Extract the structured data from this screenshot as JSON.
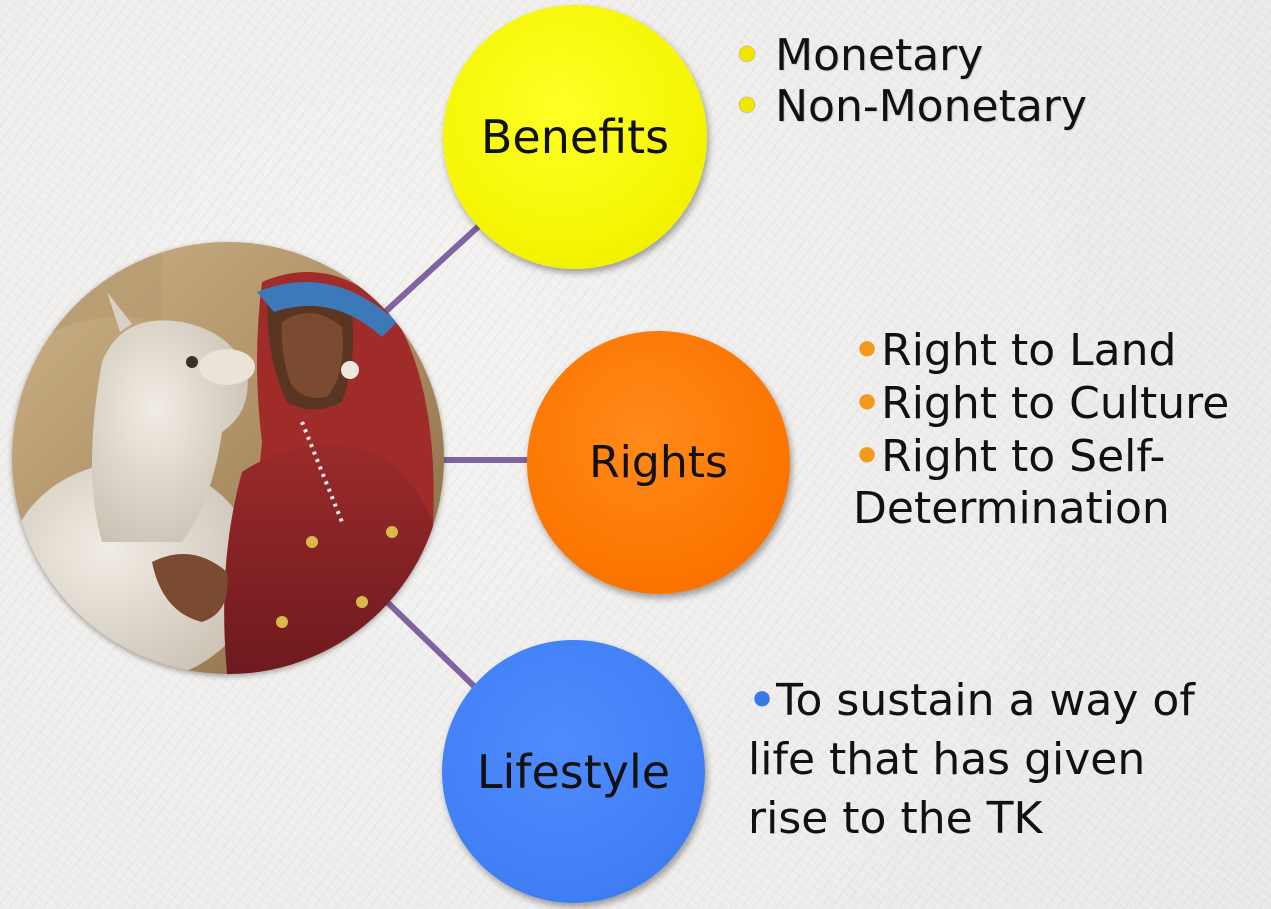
{
  "nodes": {
    "benefits": {
      "label": "Benefits",
      "color": "#f4f400"
    },
    "rights": {
      "label": "Rights",
      "color": "#fc7400"
    },
    "lifestyle": {
      "label": "Lifestyle",
      "color": "#3f7ef4"
    }
  },
  "connector_color": "#8064a2",
  "bullet_char": "•",
  "benefits_items": [
    "Monetary",
    "Non-Monetary"
  ],
  "rights_items": [
    "Right to Land",
    "Right to Culture",
    "Right to Self-",
    "Determination"
  ],
  "lifestyle_items": [
    "To sustain a way of",
    "life that has given",
    "rise to the TK"
  ],
  "bullet_colors": {
    "benefits": "#f2e600",
    "rights": "#f39a1e",
    "lifestyle": "#3a78e8"
  }
}
